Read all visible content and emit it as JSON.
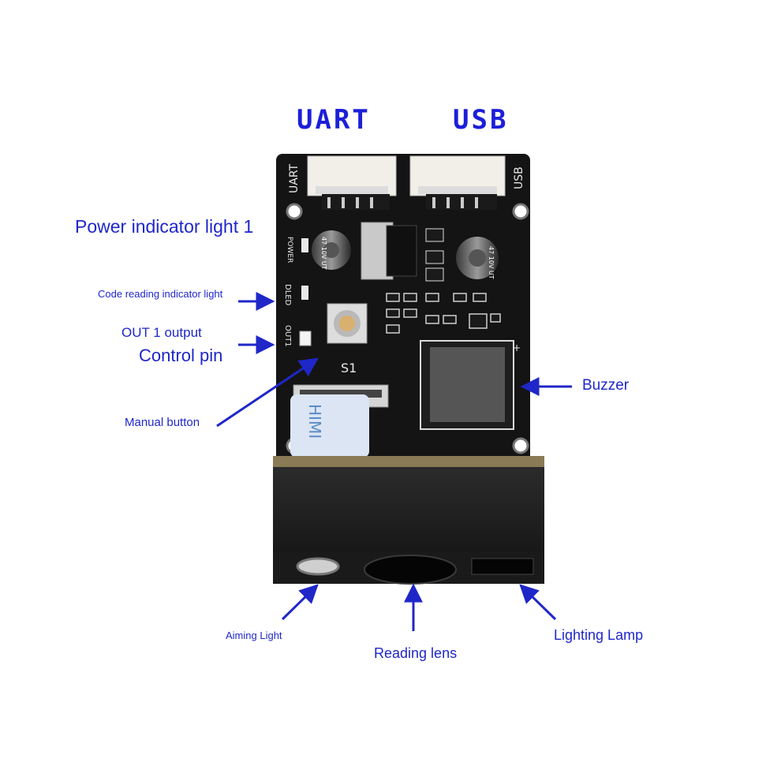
{
  "labels": {
    "uart": "UART",
    "usb": "USB",
    "power_indicator": "Power indicator light 1",
    "code_reading_indicator": "Code reading indicator light",
    "out1_output": "OUT 1 output",
    "control_pin": "Control pin",
    "manual_button": "Manual button",
    "buzzer": "Buzzer",
    "aiming_light": "Aiming Light",
    "reading_lens": "Reading lens",
    "lighting_lamp": "Lighting Lamp"
  },
  "silkscreen": {
    "uart": "UART",
    "usb": "USB",
    "power": "POWER",
    "dled": "DLED",
    "out1": "OUT1",
    "s1": "S1",
    "cap_left": "47 10V UT",
    "cap_right": "47 10V UT",
    "ribbon": "HIMI"
  },
  "colors": {
    "label": "#1f27c8",
    "arrow": "#1f27c8",
    "pcb": "#141414",
    "silkscreen": "#e8e8e8",
    "connector": "#f1efe8"
  }
}
